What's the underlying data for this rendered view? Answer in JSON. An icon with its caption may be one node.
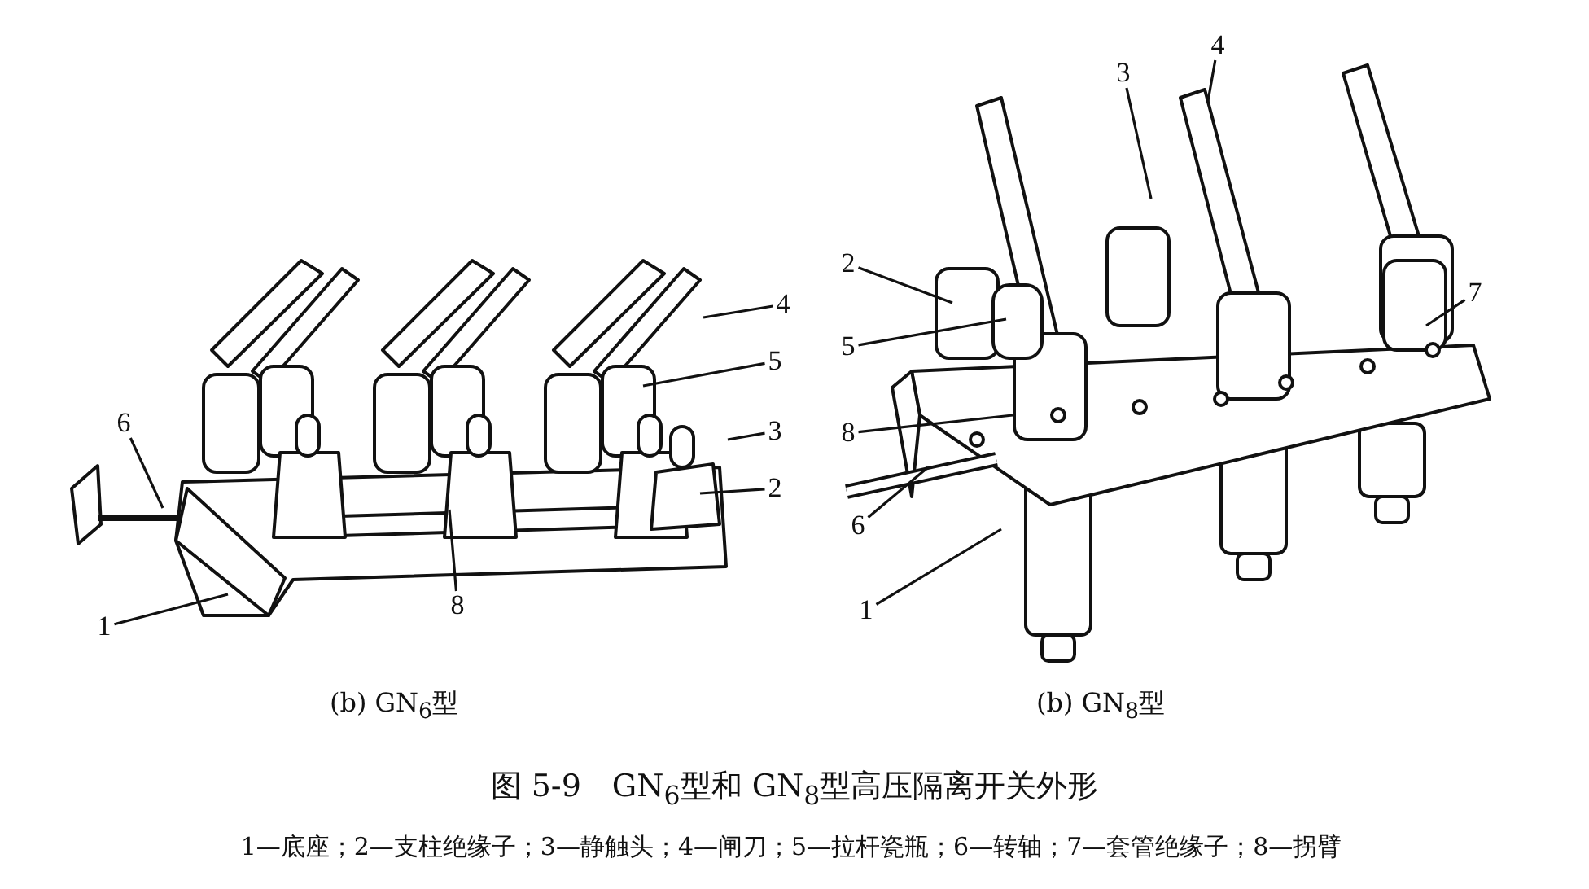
{
  "diagram": {
    "caption": "图 5-9　GN$_{6}$型和 GN$_{8}$型高压隔离开关外形",
    "nodes": [
      {
        "text": [
          "6"
        ]
      },
      {
        "text": [
          "1"
        ]
      },
      {
        "text": [
          "8"
        ]
      },
      {
        "text": [
          "4"
        ]
      },
      {
        "text": [
          "5"
        ]
      },
      {
        "text": [
          "3"
        ]
      },
      {
        "text": [
          "2"
        ]
      },
      {
        "text": [
          "3"
        ]
      },
      {
        "text": [
          "4"
        ]
      },
      {
        "text": [
          "2"
        ]
      },
      {
        "text": [
          "5"
        ]
      },
      {
        "text": [
          "8"
        ]
      },
      {
        "text": [
          "6"
        ]
      },
      {
        "text": [
          "1"
        ]
      },
      {
        "text": [
          "7"
        ]
      }
    ],
    "edges": [
      {
        "from": 0,
        "to": null,
        "arrow": "none"
      },
      {
        "from": 1,
        "to": null,
        "arrow": "none"
      },
      {
        "from": 2,
        "to": null,
        "arrow": "none"
      },
      {
        "from": 3,
        "to": null,
        "arrow": "none"
      },
      {
        "from": 4,
        "to": null,
        "arrow": "none"
      },
      {
        "from": 5,
        "to": null,
        "arrow": "none"
      },
      {
        "from": 6,
        "to": null,
        "arrow": "none"
      },
      {
        "from": 7,
        "to": null,
        "arrow": "none"
      },
      {
        "from": 8,
        "to": null,
        "arrow": "none"
      },
      {
        "from": 9,
        "to": null,
        "arrow": "none"
      },
      {
        "from": 10,
        "to": null,
        "arrow": "none"
      },
      {
        "from": 11,
        "to": null,
        "arrow": "none"
      },
      {
        "from": 12,
        "to": null,
        "arrow": "none"
      },
      {
        "from": 13,
        "to": null,
        "arrow": "none"
      },
      {
        "from": 14,
        "to": null,
        "arrow": "none"
      }
    ],
    "labels": [
      "(b) GN$_{6}$型",
      "(b) GN$_{8}$型",
      "1—底座；2—支柱绝缘子；3—静触头；4—闸刀；5—拉杆瓷瓶；6—转轴；7—套管绝缘子；8—拐臂"
    ]
  }
}
